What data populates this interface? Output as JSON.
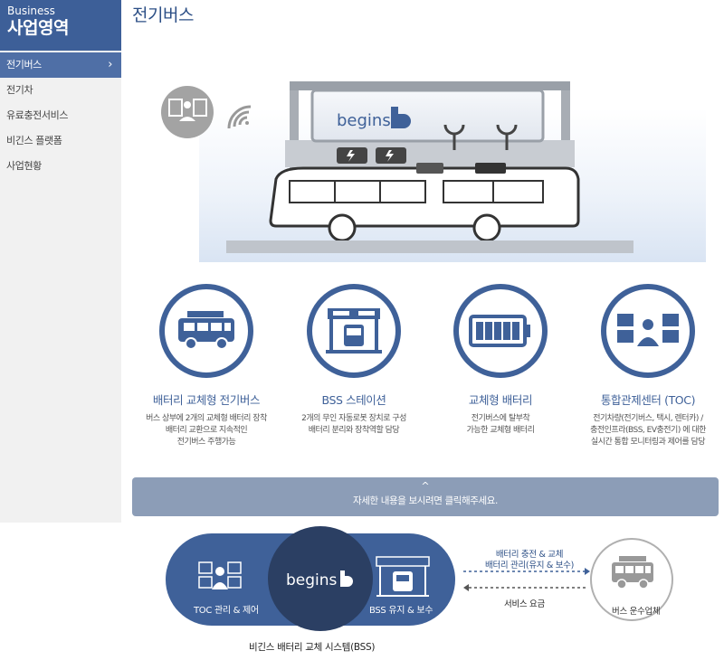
{
  "sidebar": {
    "subtitle": "Business",
    "title": "사업영역",
    "items": [
      {
        "label": "전기버스",
        "active": true
      },
      {
        "label": "전기차"
      },
      {
        "label": "유료충전서비스"
      },
      {
        "label": "비긴스 플랫폼"
      },
      {
        "label": "사업현황"
      }
    ]
  },
  "page_title": "전기버스",
  "hero": {
    "brand": "begins",
    "icons": [
      "operator-monitor-icon",
      "wireless-signal-icon",
      "battery-icon",
      "robot-arm-icon",
      "bus-icon"
    ]
  },
  "features": [
    {
      "title": "배터리 교체형 전기버스",
      "desc": [
        "버스 상부에 2개의 교체형 배터리 장착",
        "배터리 교환으로 지속적인",
        "전기버스 주행가능"
      ],
      "icon": "bus-icon"
    },
    {
      "title": "BSS 스테이션",
      "desc": [
        "2개의 무인 자동로봇 장치로 구성",
        "배터리 분리와 장착역할 담당"
      ],
      "icon": "station-icon"
    },
    {
      "title": "교체형 배터리",
      "desc": [
        "전기버스에 탈부착",
        "가능한 교체형 배터리"
      ],
      "icon": "battery-icon"
    },
    {
      "title": "통합관제센터 (TOC)",
      "desc": [
        "전기차량(전기버스, 택시, 렌터카) /",
        "충전인프라(BSS, EV충전기) 에 대한",
        "실시간 통합 모니터링과 제어를 담당"
      ],
      "icon": "control-center-icon"
    }
  ],
  "more": {
    "arrow": "^",
    "text": "자세한 내용을 보시려면 클릭해주세요."
  },
  "diagram": {
    "toc_label": "TOC 관리 & 제어",
    "brand": "begins",
    "bss_label": "BSS 유지 & 보수",
    "caption": "비긴스 배터리 교체 시스템(BSS)",
    "flow_top": [
      "배터리 충전 & 교체",
      "배터리 관리(유지 & 보수)"
    ],
    "flow_bottom": "서비스 요금",
    "operator": "버스 운수업체"
  },
  "colors": {
    "primary": "#3f6199",
    "dark": "#2b3f63",
    "bar": "#8c9db7"
  }
}
